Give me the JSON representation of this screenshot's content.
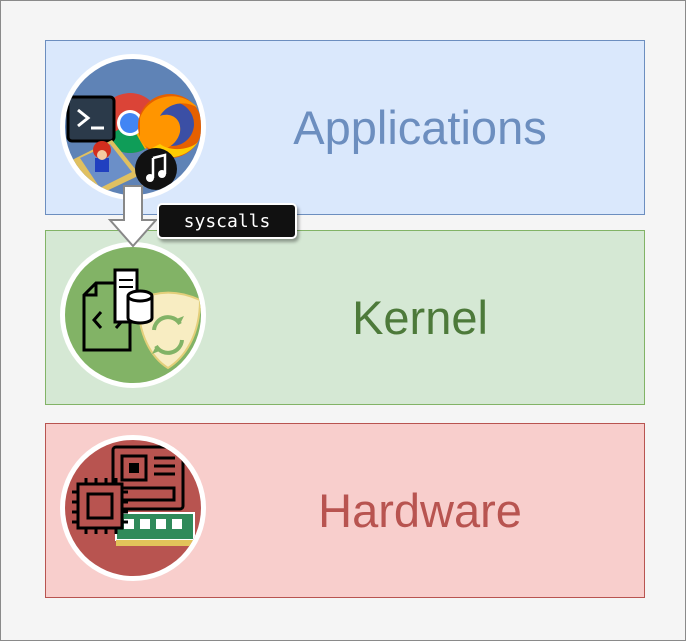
{
  "layers": {
    "applications": {
      "label": "Applications"
    },
    "kernel": {
      "label": "Kernel"
    },
    "hardware": {
      "label": "Hardware"
    }
  },
  "syscall_label": "syscalls",
  "icons": {
    "applications": [
      "terminal-icon",
      "chrome-icon",
      "firefox-icon",
      "mario-game-icon",
      "music-note-icon"
    ],
    "kernel": [
      "code-file-icon",
      "server-database-icon",
      "shield-sync-icon"
    ],
    "hardware": [
      "motherboard-icon",
      "cpu-chip-icon",
      "ram-module-icon"
    ],
    "arrow": "down-arrow-icon"
  },
  "colors": {
    "applications_fill": "#dae8fc",
    "applications_text": "#6c8ebf",
    "kernel_fill": "#d5e8d4",
    "kernel_text": "#4d7a3a",
    "hardware_fill": "#f8cecc",
    "hardware_text": "#b85450"
  }
}
